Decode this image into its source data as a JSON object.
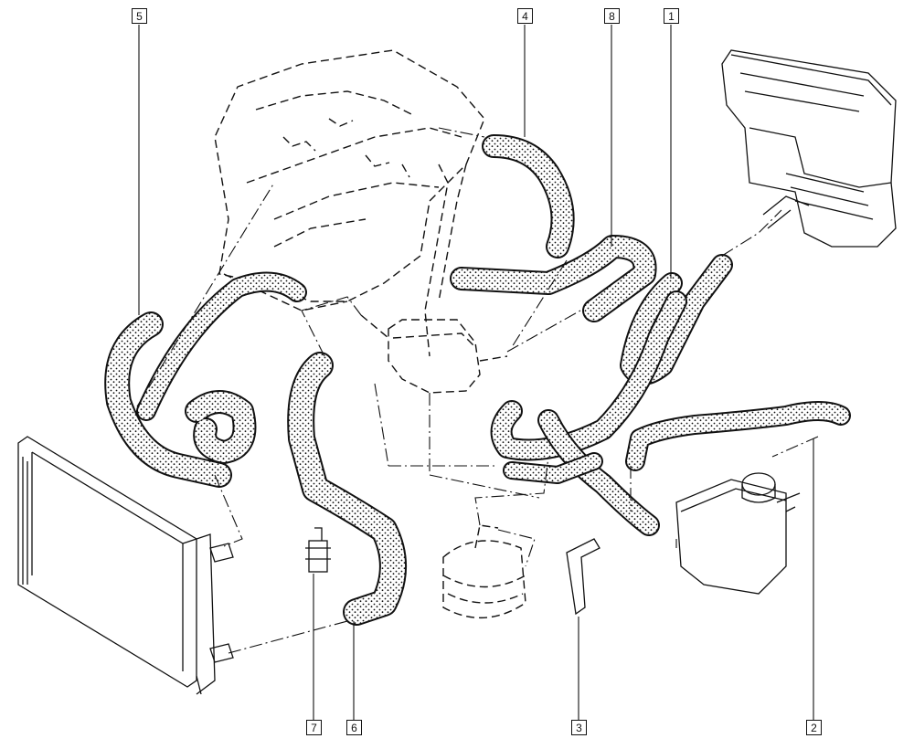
{
  "callouts": [
    {
      "id": "5",
      "label": "5"
    },
    {
      "id": "4",
      "label": "4"
    },
    {
      "id": "8",
      "label": "8"
    },
    {
      "id": "1",
      "label": "1"
    },
    {
      "id": "2",
      "label": "2"
    },
    {
      "id": "3",
      "label": "3"
    },
    {
      "id": "6",
      "label": "6"
    },
    {
      "id": "7",
      "label": "7"
    }
  ],
  "colors": {
    "ink": "#111111",
    "paper": "#ffffff"
  }
}
